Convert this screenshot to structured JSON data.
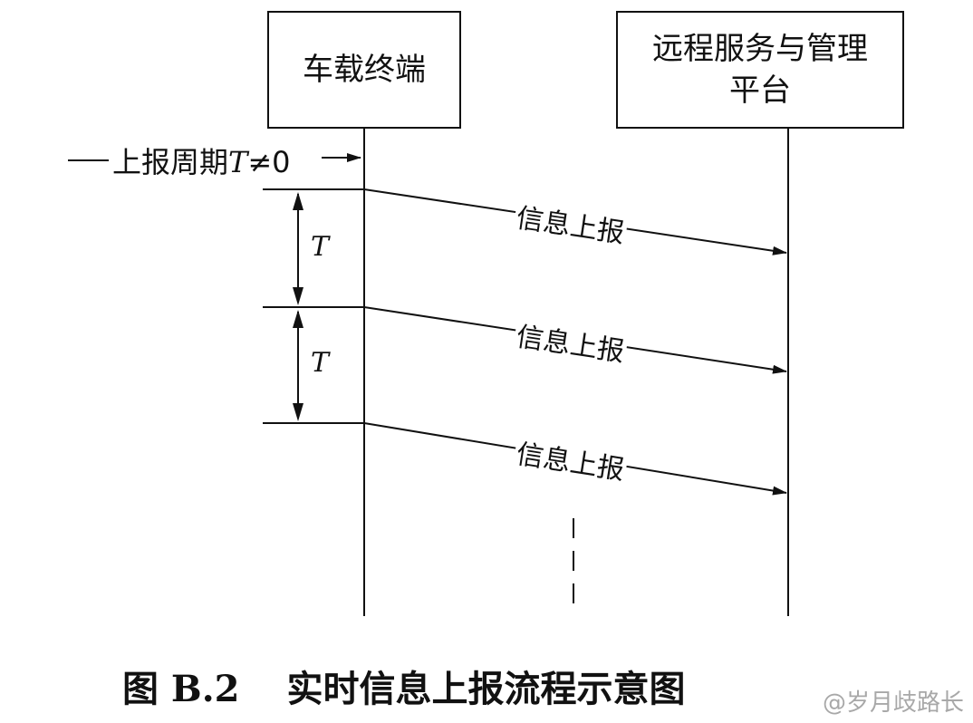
{
  "participants": {
    "left": "车载终端",
    "right_line1": "远程服务与管理",
    "right_line2": "平台"
  },
  "period_label": {
    "prefix": "上报周期",
    "var": "T",
    "suffix": "≠0"
  },
  "interval_label": "T",
  "messages": [
    "信息上报",
    "信息上报",
    "信息上报"
  ],
  "caption": {
    "number": "图 B.2",
    "title": "实时信息上报流程示意图"
  },
  "watermark": "@岁月歧路长"
}
